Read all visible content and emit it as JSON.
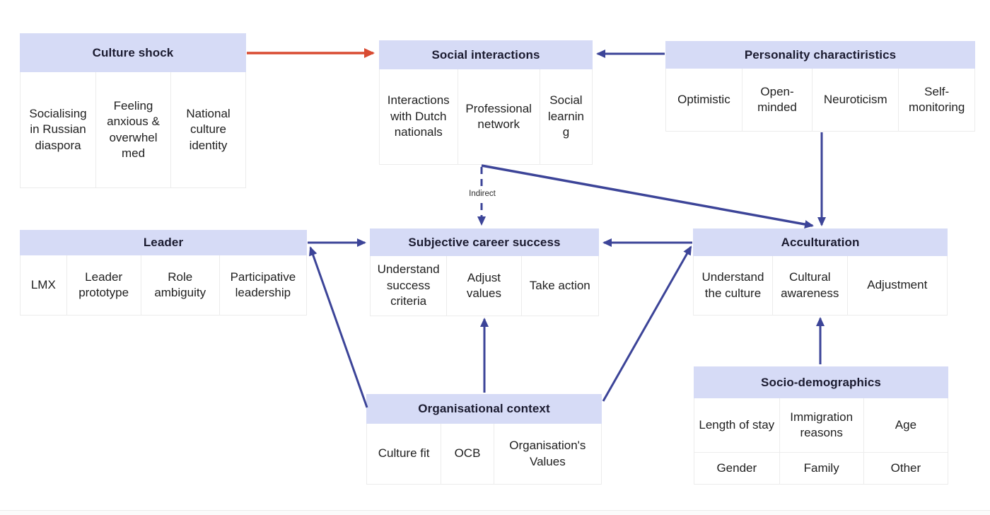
{
  "colors": {
    "arrow_blue": "#3c4498",
    "arrow_red": "#d84b32",
    "header_fill": "#d6dbf6",
    "header_text": "#1b1b30",
    "cell_border": "#ececec"
  },
  "labels": {
    "indirect": "Indirect"
  },
  "boxes": {
    "culture_shock": {
      "title": "Culture shock",
      "cells": [
        "Socialising in Russian diaspora",
        "Feeling anxious & overwhel med",
        "National culture identity"
      ]
    },
    "social_interactions": {
      "title": "Social interactions",
      "cells": [
        "Interactions with Dutch nationals",
        "Professional network",
        "Social learnin g"
      ]
    },
    "personality": {
      "title": "Personality charactiristics",
      "cells": [
        "Optimistic",
        "Open- minded",
        "Neuroticism",
        "Self- monitoring"
      ]
    },
    "leader": {
      "title": "Leader",
      "cells": [
        "LMX",
        "Leader prototype",
        "Role ambiguity",
        "Participative leadership"
      ]
    },
    "subjective_career_success": {
      "title": "Subjective career success",
      "cells": [
        "Understand success criteria",
        "Adjust values",
        "Take action"
      ]
    },
    "acculturation": {
      "title": "Acculturation",
      "cells": [
        "Understand the culture",
        "Cultural awareness",
        "Adjustment"
      ]
    },
    "organisational_context": {
      "title": "Organisational context",
      "cells": [
        "Culture fit",
        "OCB",
        "Organisation's Values"
      ]
    },
    "socio_demographics": {
      "title": "Socio-demographics",
      "cells_row1": [
        "Length of stay",
        "Immigration reasons",
        "Age"
      ],
      "cells_row2": [
        "Gender",
        "Family",
        "Other"
      ]
    }
  },
  "edges": [
    {
      "from": "culture-shock",
      "to": "social-interactions",
      "style": "solid",
      "color": "red"
    },
    {
      "from": "personality-charactiristics",
      "to": "social-interactions",
      "style": "solid",
      "color": "blue"
    },
    {
      "from": "personality-charactiristics",
      "to": "acculturation",
      "style": "solid",
      "color": "blue"
    },
    {
      "from": "social-interactions",
      "to": "subjective-career-success",
      "style": "dashed",
      "color": "blue",
      "label": "Indirect"
    },
    {
      "from": "social-interactions",
      "to": "acculturation",
      "style": "solid",
      "color": "blue"
    },
    {
      "from": "acculturation",
      "to": "subjective-career-success",
      "style": "solid",
      "color": "blue"
    },
    {
      "from": "leader",
      "to": "subjective-career-success",
      "style": "solid",
      "color": "blue"
    },
    {
      "from": "organisational-context",
      "to": "leader",
      "style": "solid",
      "color": "blue"
    },
    {
      "from": "organisational-context",
      "to": "subjective-career-success",
      "style": "solid",
      "color": "blue"
    },
    {
      "from": "organisational-context",
      "to": "acculturation",
      "style": "solid",
      "color": "blue"
    },
    {
      "from": "socio-demographics",
      "to": "acculturation",
      "style": "solid",
      "color": "blue"
    }
  ]
}
